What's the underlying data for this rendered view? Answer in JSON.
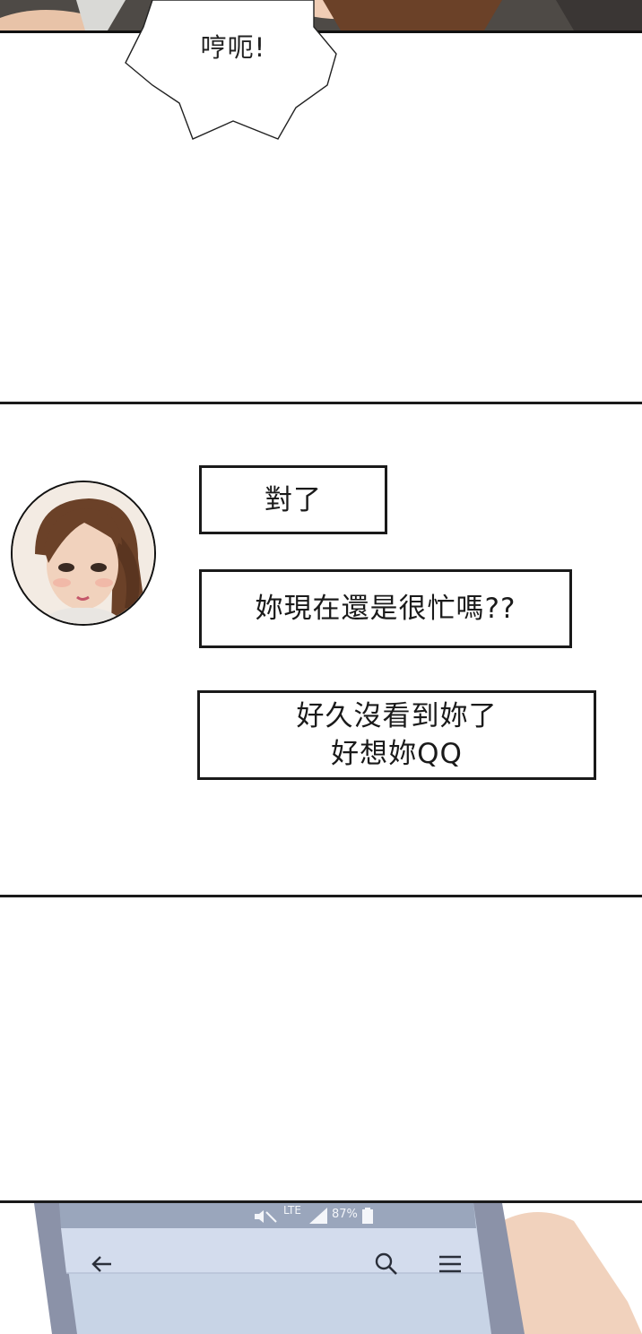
{
  "top_panel": {
    "bubble_text": "哼呃!"
  },
  "chat": {
    "messages": [
      {
        "lines": [
          "對了"
        ]
      },
      {
        "lines": [
          "妳現在還是很忙嗎??"
        ]
      },
      {
        "lines": [
          "好久沒看到妳了",
          "好想妳QQ"
        ]
      }
    ]
  },
  "phone": {
    "battery_text": "87%",
    "network_text": "LTE",
    "icons": [
      "mute-icon",
      "signal-icon",
      "battery-icon",
      "back-arrow-icon",
      "search-icon",
      "menu-icon"
    ]
  },
  "colors": {
    "ink": "#1a1a1a",
    "phone_frame": "#8b92a8",
    "phone_screen": "#c8d4e6",
    "skin": "#f1d2bd",
    "hair": "#6b4128"
  }
}
